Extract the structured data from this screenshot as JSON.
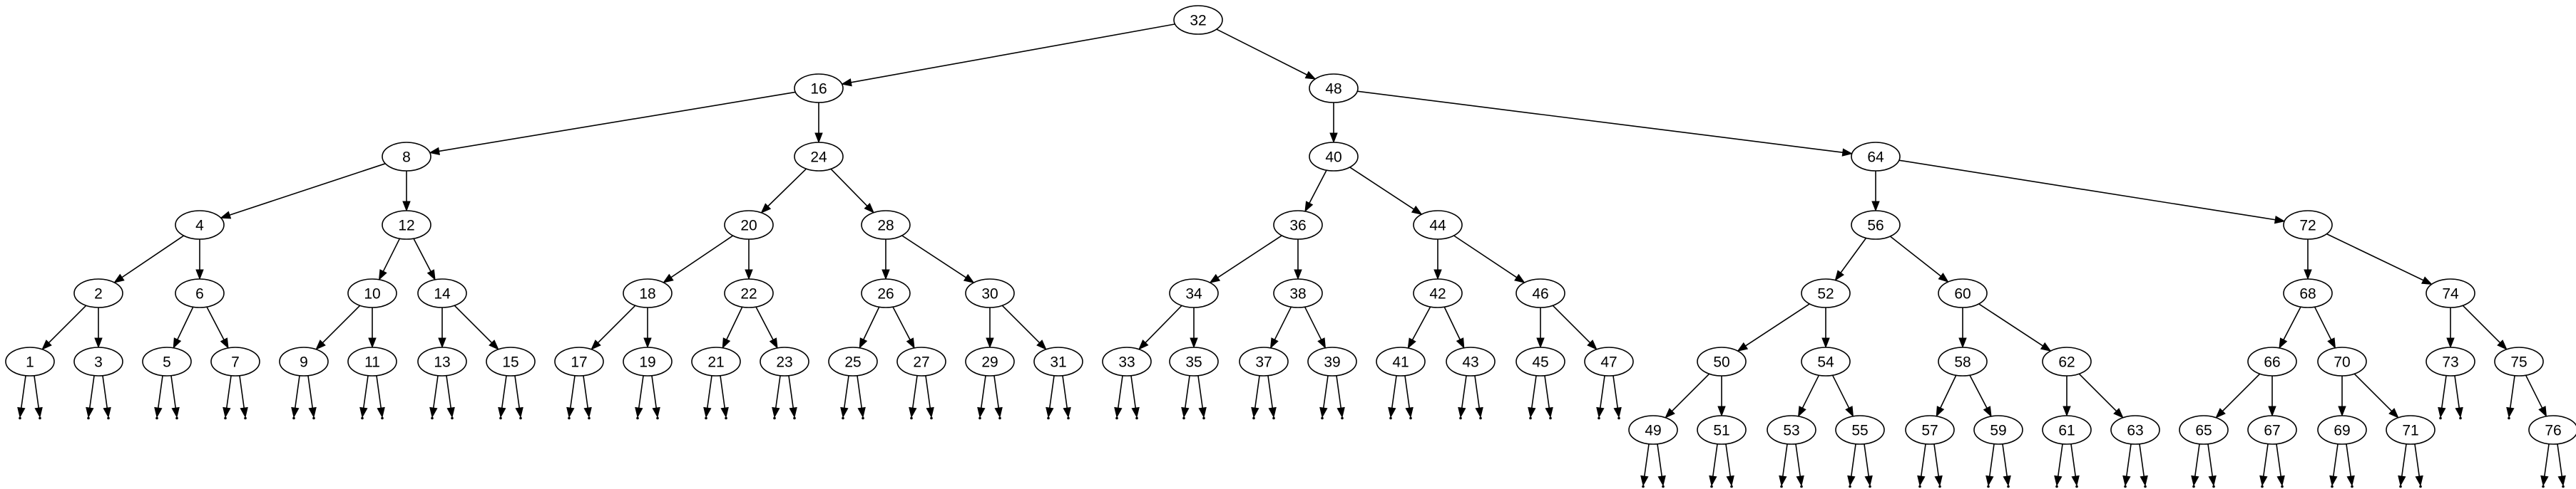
{
  "diagram": {
    "type": "binary-search-tree",
    "root": "32",
    "nodes": [
      "32",
      "16",
      "48",
      "8",
      "24",
      "40",
      "64",
      "4",
      "12",
      "20",
      "28",
      "36",
      "44",
      "56",
      "72",
      "2",
      "6",
      "10",
      "14",
      "18",
      "22",
      "26",
      "30",
      "34",
      "38",
      "42",
      "46",
      "52",
      "60",
      "68",
      "74",
      "1",
      "3",
      "5",
      "7",
      "9",
      "11",
      "13",
      "15",
      "17",
      "19",
      "21",
      "23",
      "25",
      "27",
      "29",
      "31",
      "33",
      "35",
      "37",
      "39",
      "41",
      "43",
      "45",
      "47",
      "50",
      "54",
      "58",
      "62",
      "66",
      "70",
      "73",
      "75",
      "49",
      "51",
      "53",
      "55",
      "57",
      "59",
      "61",
      "63",
      "65",
      "67",
      "69",
      "71",
      "76"
    ],
    "edges": [
      [
        "32",
        "16"
      ],
      [
        "32",
        "48"
      ],
      [
        "16",
        "8"
      ],
      [
        "16",
        "24"
      ],
      [
        "48",
        "40"
      ],
      [
        "48",
        "64"
      ],
      [
        "8",
        "4"
      ],
      [
        "8",
        "12"
      ],
      [
        "24",
        "20"
      ],
      [
        "24",
        "28"
      ],
      [
        "40",
        "36"
      ],
      [
        "40",
        "44"
      ],
      [
        "64",
        "56"
      ],
      [
        "64",
        "72"
      ],
      [
        "4",
        "2"
      ],
      [
        "4",
        "6"
      ],
      [
        "12",
        "10"
      ],
      [
        "12",
        "14"
      ],
      [
        "20",
        "18"
      ],
      [
        "20",
        "22"
      ],
      [
        "28",
        "26"
      ],
      [
        "28",
        "30"
      ],
      [
        "36",
        "34"
      ],
      [
        "36",
        "38"
      ],
      [
        "44",
        "42"
      ],
      [
        "44",
        "46"
      ],
      [
        "56",
        "52"
      ],
      [
        "56",
        "60"
      ],
      [
        "72",
        "68"
      ],
      [
        "72",
        "74"
      ],
      [
        "2",
        "1"
      ],
      [
        "2",
        "3"
      ],
      [
        "6",
        "5"
      ],
      [
        "6",
        "7"
      ],
      [
        "10",
        "9"
      ],
      [
        "10",
        "11"
      ],
      [
        "14",
        "13"
      ],
      [
        "14",
        "15"
      ],
      [
        "18",
        "17"
      ],
      [
        "18",
        "19"
      ],
      [
        "22",
        "21"
      ],
      [
        "22",
        "23"
      ],
      [
        "26",
        "25"
      ],
      [
        "26",
        "27"
      ],
      [
        "30",
        "29"
      ],
      [
        "30",
        "31"
      ],
      [
        "34",
        "33"
      ],
      [
        "34",
        "35"
      ],
      [
        "38",
        "37"
      ],
      [
        "38",
        "39"
      ],
      [
        "42",
        "41"
      ],
      [
        "42",
        "43"
      ],
      [
        "46",
        "45"
      ],
      [
        "46",
        "47"
      ],
      [
        "52",
        "50"
      ],
      [
        "52",
        "54"
      ],
      [
        "60",
        "58"
      ],
      [
        "60",
        "62"
      ],
      [
        "68",
        "66"
      ],
      [
        "68",
        "70"
      ],
      [
        "74",
        "73"
      ],
      [
        "74",
        "75"
      ],
      [
        "50",
        "49"
      ],
      [
        "50",
        "51"
      ],
      [
        "54",
        "53"
      ],
      [
        "54",
        "55"
      ],
      [
        "58",
        "57"
      ],
      [
        "58",
        "59"
      ],
      [
        "62",
        "61"
      ],
      [
        "62",
        "63"
      ],
      [
        "66",
        "65"
      ],
      [
        "66",
        "67"
      ],
      [
        "70",
        "69"
      ],
      [
        "70",
        "71"
      ],
      [
        "75",
        "76"
      ]
    ],
    "null_children": [
      "1",
      "3",
      "5",
      "7",
      "9",
      "11",
      "13",
      "15",
      "17",
      "19",
      "21",
      "23",
      "25",
      "27",
      "29",
      "31",
      "33",
      "35",
      "37",
      "39",
      "41",
      "43",
      "45",
      "47",
      "49",
      "51",
      "53",
      "55",
      "57",
      "59",
      "61",
      "63",
      "65",
      "67",
      "69",
      "71",
      "73",
      "76",
      "76",
      "47-left",
      "75-left"
    ],
    "colors": {
      "stroke": "#000000",
      "fill": "#ffffff",
      "text": "#000000"
    }
  }
}
